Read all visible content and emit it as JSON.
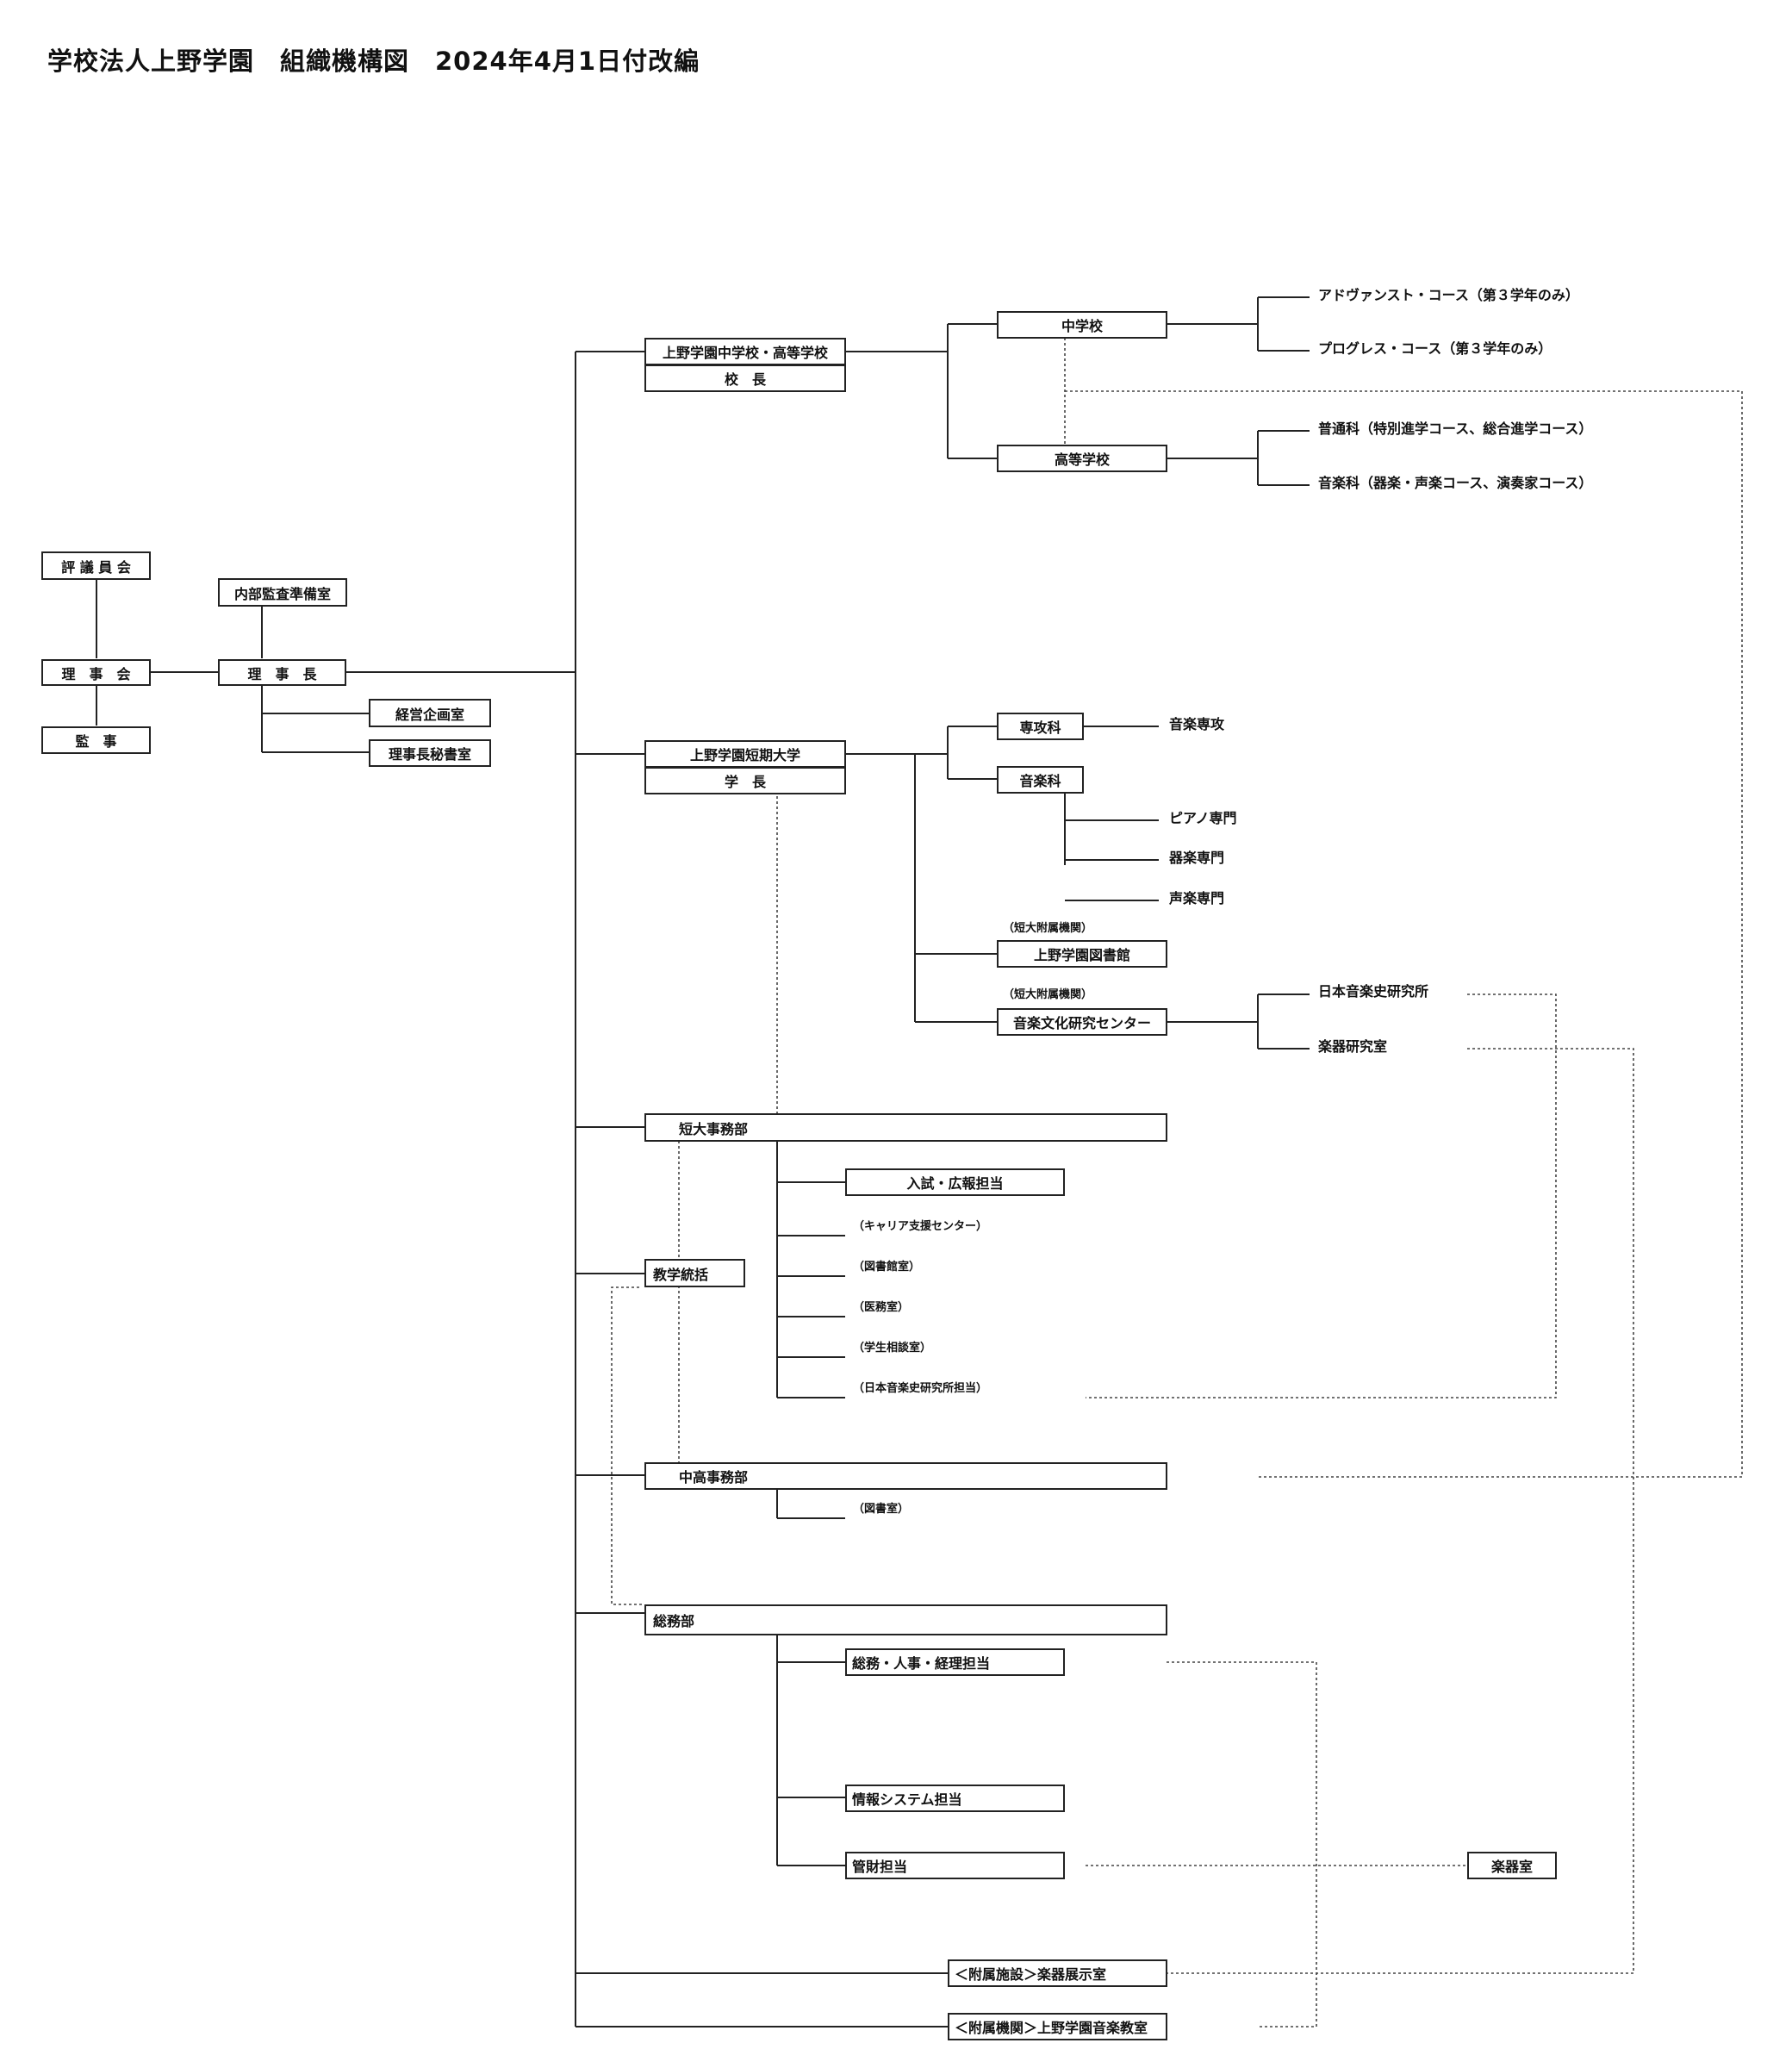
{
  "title": "学校法人上野学園　組織機構図　2024年4月1日付改編",
  "governance": {
    "council": "評 議 員 会",
    "board": "理　事　会",
    "auditor": "監　事",
    "chairman": "理　事　長",
    "internal_audit": "内部監査準備室",
    "planning": "経営企画室",
    "secretary": "理事長秘書室"
  },
  "jhs_hs": {
    "name": "上野学園中学校・高等学校",
    "head": "校　長",
    "junior": "中学校",
    "senior": "高等学校",
    "junior_courses": [
      "アドヴァンスト・コース（第３学年のみ）",
      "プログレス・コース（第３学年のみ）"
    ],
    "senior_courses": [
      "普通科（特別進学コース、総合進学コース）",
      "音楽科（器楽・声楽コース、演奏家コース）"
    ]
  },
  "college": {
    "name": "上野学園短期大学",
    "head": "学　長",
    "major_dept": "専攻科",
    "major": "音楽専攻",
    "music_dept": "音楽科",
    "music_majors": [
      "ピアノ専門",
      "器楽専門",
      "声楽専門"
    ],
    "attached_label_1": "（短大附属機関）",
    "library": "上野学園図書館",
    "attached_label_2": "（短大附属機関）",
    "research_center": "音楽文化研究センター",
    "research_units": [
      "日本音楽史研究所",
      "楽器研究室"
    ]
  },
  "college_office": {
    "name": "短大事務部",
    "admissions": "入試・広報担当",
    "units": [
      "（キャリア支援センター）",
      "（図書館室）",
      "（医務室）",
      "（学生相談室）",
      "（日本音楽史研究所担当）"
    ]
  },
  "academic": "教学統括",
  "school_office": {
    "name": "中高事務部",
    "library_room": "（図書室）"
  },
  "general_affairs": {
    "name": "総務部",
    "general": "総務・人事・経理担当",
    "it": "情報システム担当",
    "property": "管財担当",
    "instrument_room": "楽器室"
  },
  "facilities": {
    "exhibit": "＜附属施設＞楽器展示室",
    "music_class": "＜附属機関＞上野学園音楽教室"
  }
}
